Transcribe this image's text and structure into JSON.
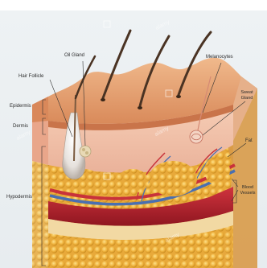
{
  "labels": {
    "oil_gland": "Oil Gland",
    "hair_follicle": "Hair Follicle",
    "melanocytes": "Melanocytes",
    "sweat_gland": "Sweat Gland",
    "epidermis": "Epidermis",
    "dermis": "Dermis",
    "fat": "Fat",
    "blood_vessels": "Blood Vessels",
    "hypodermis": "Hypodermis"
  },
  "watermark": "alamy",
  "colors": {
    "background": "#e9eef1",
    "epidermis": "#e9a777",
    "dermis": "#f1c2a8",
    "fat": "#f0b43f",
    "artery": "#c8323a",
    "vein": "#4a6fb0",
    "muscle": "#b3212c",
    "hair": "#4a3323"
  }
}
